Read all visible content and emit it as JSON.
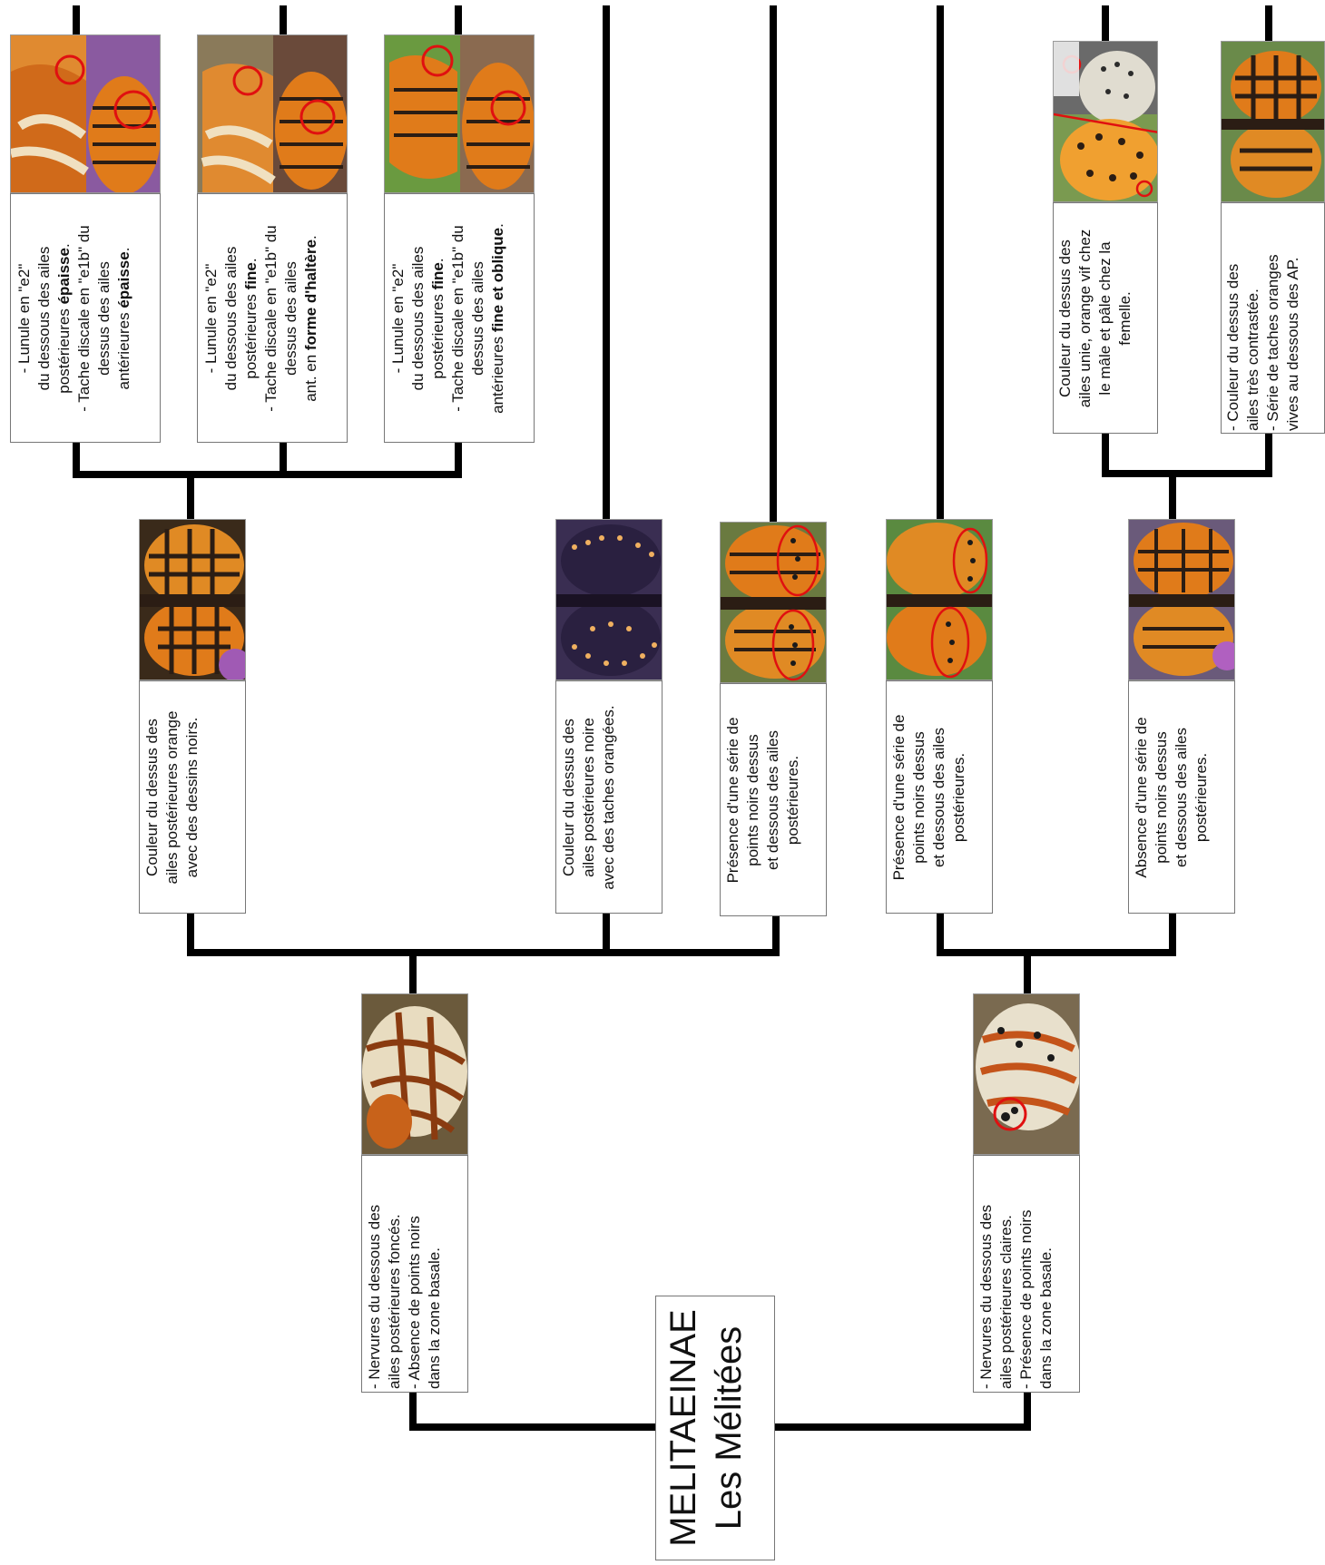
{
  "root": {
    "title": "MELITAEINAE",
    "subtitle": "Les Mélitées"
  },
  "colors": {
    "line": "#000000",
    "box_border": "#777777",
    "circle": "#e01010",
    "wing_orange": "#e07b1a",
    "wing_dark": "#2b1d14",
    "wing_purple": "#3a2e52"
  },
  "left_branch": {
    "photo": "butterfly-underside-photo",
    "lines": [
      "- Nervures du dessous des",
      "ailes postérieures foncés.",
      "- Absence de points noirs",
      "dans la zone basale."
    ]
  },
  "right_branch": {
    "photo": "butterfly-underside-circled-photo",
    "lines": [
      "- Nervures du dessous des",
      "ailes postérieures claires.",
      "- Présence de points noirs",
      "dans la zone basale."
    ]
  },
  "level2": [
    {
      "photo": "orange-upperside-photo",
      "lines": [
        "Couleur du dessus des",
        "ailes postérieures orange",
        "avec des dessins noirs."
      ]
    },
    {
      "photo": "dark-upperside-photo",
      "lines": [
        "Couleur du dessus des",
        "ailes postérieures noire",
        "avec des taches orangées."
      ]
    },
    {
      "photo": "spot-series-photo",
      "lines": [
        "Présence d'une série de",
        "points noirs dessus",
        "et dessous des ailes",
        "postérieures."
      ]
    },
    {
      "photo": "spot-series-photo-2",
      "lines": [
        "Présence d'une série de",
        "points noirs dessus",
        "et dessous des ailes",
        "postérieures."
      ]
    },
    {
      "photo": "no-spot-series-photo",
      "lines": [
        "Absence d'une série de",
        "points noirs dessus",
        "et dessous des ailes",
        "postérieures."
      ]
    }
  ],
  "level3": [
    {
      "photo": "lunule-thick-photo",
      "lines": [
        [
          {
            "t": "- Lunule en \"e2\""
          }
        ],
        [
          {
            "t": "du dessous des ailes"
          }
        ],
        [
          {
            "t": "postérieures "
          },
          {
            "t": "épaisse",
            "b": true
          },
          {
            "t": "."
          }
        ],
        [
          {
            "t": "- Tache discale en \"e1b\" du"
          }
        ],
        [
          {
            "t": "dessus des ailes"
          }
        ],
        [
          {
            "t": "antérieures "
          },
          {
            "t": "épaisse",
            "b": true
          },
          {
            "t": "."
          }
        ]
      ]
    },
    {
      "photo": "lunule-fine-halter-photo",
      "lines": [
        [
          {
            "t": "- Lunule en \"e2\""
          }
        ],
        [
          {
            "t": "du dessous des ailes"
          }
        ],
        [
          {
            "t": "postérieures "
          },
          {
            "t": "fine",
            "b": true
          },
          {
            "t": "."
          }
        ],
        [
          {
            "t": "- Tache discale en \"e1b\" du"
          }
        ],
        [
          {
            "t": "dessus des ailes"
          }
        ],
        [
          {
            "t": "ant. en "
          },
          {
            "t": "forme d'haltère",
            "b": true
          },
          {
            "t": "."
          }
        ]
      ]
    },
    {
      "photo": "lunule-fine-oblique-photo",
      "lines": [
        [
          {
            "t": "- Lunule en \"e2\""
          }
        ],
        [
          {
            "t": "du dessous des ailes"
          }
        ],
        [
          {
            "t": "postérieures "
          },
          {
            "t": "fine",
            "b": true
          },
          {
            "t": "."
          }
        ],
        [
          {
            "t": "- Tache discale en \"e1b\" du"
          }
        ],
        [
          {
            "t": "dessus des ailes"
          }
        ],
        [
          {
            "t": "antérieures "
          },
          {
            "t": "fine et oblique",
            "b": true
          },
          {
            "t": "."
          }
        ]
      ]
    },
    {
      "photo": "male-female-photo",
      "lines": [
        [
          {
            "t": "Couleur du dessus des"
          }
        ],
        [
          {
            "t": "ailes unie, orange vif chez"
          }
        ],
        [
          {
            "t": "le mâle et pâle chez la"
          }
        ],
        [
          {
            "t": "femelle."
          }
        ]
      ]
    },
    {
      "photo": "contrasted-wings-photo",
      "lines": [
        [
          {
            "t": "- Couleur du dessus des"
          }
        ],
        [
          {
            "t": "ailes très contrastée."
          }
        ],
        [
          {
            "t": "- Série de taches oranges"
          }
        ],
        [
          {
            "t": "vives au dessous des AP."
          }
        ]
      ]
    }
  ]
}
